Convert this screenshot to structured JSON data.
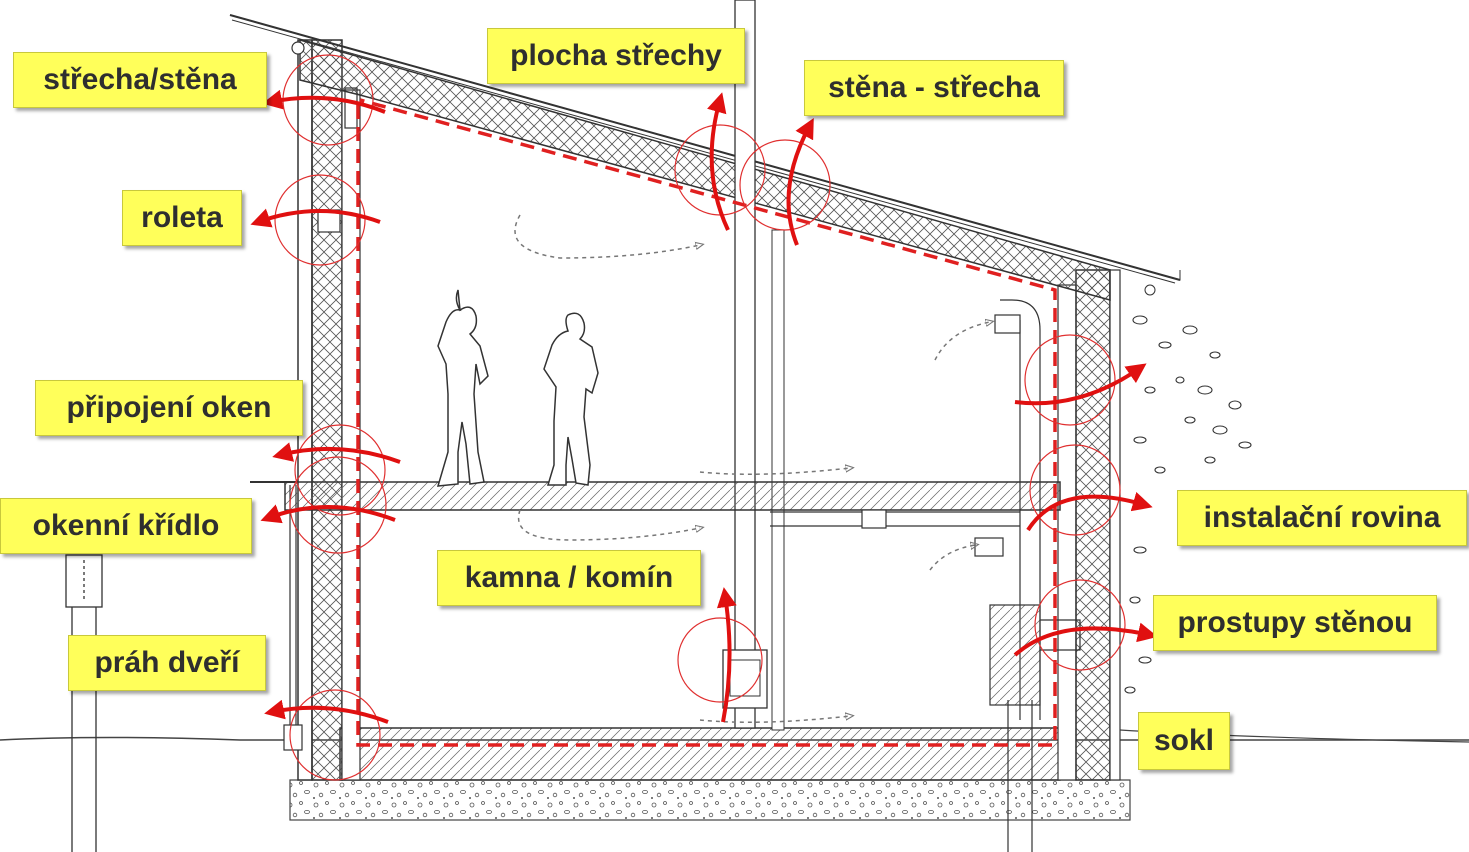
{
  "colors": {
    "label_bg": "#ffff5a",
    "leak_arrow": "#e01010",
    "airtight_line": "#e02020",
    "drawing_line": "#3a3a3a"
  },
  "labels": {
    "strecha_stena": "střecha/stěna",
    "plocha_strechy": "plocha střechy",
    "stena_strecha": "stěna - střecha",
    "roleta": "roleta",
    "pripojeni_oken": "připojení  oken",
    "okenni_kridlo": "okenní  křídlo",
    "kamna_komin": "kamna / komín",
    "prah_dveri": "práh dveří",
    "instalacni_rovina": "instalační  rovina",
    "prostupy_stenou": "prostupy stěnou",
    "sokl": "sokl"
  },
  "icons": [
    "person-figure-icon",
    "leak-arrow-icon",
    "detail-circle-icon",
    "airflow-arrow-icon"
  ]
}
